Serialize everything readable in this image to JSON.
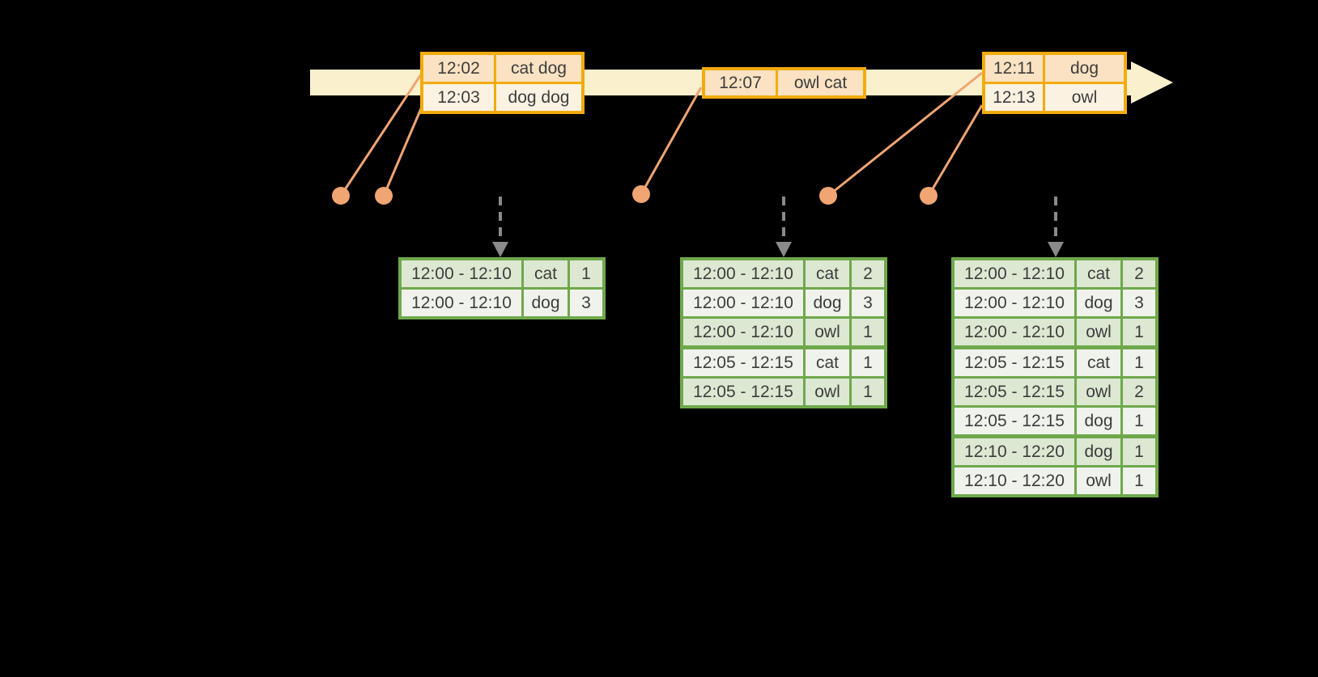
{
  "palette": {
    "background": "#000000",
    "timeline_band": "#FBF0CD",
    "event_table_border": "#F2AB0E",
    "event_row_dark": "#FAE2C2",
    "event_row_light": "#FCF2E2",
    "connector_orange": "#F0A572",
    "result_table_border": "#6FA84C",
    "result_row_dark": "#DCE8D2",
    "result_row_light": "#EFF3EB",
    "table_text": "#3D3D3D",
    "trigger_arrow_gray": "#8A8A8A"
  },
  "icons": {
    "timeline_arrowhead": "right-block-arrow",
    "trigger_arrow": "dashed-down-arrow",
    "event_marker": "filled-circle"
  },
  "event_tables": [
    {
      "rows": [
        {
          "time": "12:02",
          "words": "cat dog"
        },
        {
          "time": "12:03",
          "words": "dog dog"
        }
      ]
    },
    {
      "rows": [
        {
          "time": "12:07",
          "words": "owl cat"
        }
      ]
    },
    {
      "rows": [
        {
          "time": "12:11",
          "words": "dog"
        },
        {
          "time": "12:13",
          "words": "owl"
        }
      ]
    }
  ],
  "result_tables": [
    {
      "rows": [
        {
          "window": "12:00 - 12:10",
          "word": "cat",
          "count": "1"
        },
        {
          "window": "12:00 - 12:10",
          "word": "dog",
          "count": "3"
        }
      ]
    },
    {
      "rows": [
        {
          "window": "12:00 - 12:10",
          "word": "cat",
          "count": "2"
        },
        {
          "window": "12:00 - 12:10",
          "word": "dog",
          "count": "3"
        },
        {
          "window": "12:00 - 12:10",
          "word": "owl",
          "count": "1"
        },
        {
          "window": "12:05 - 12:15",
          "word": "cat",
          "count": "1"
        },
        {
          "window": "12:05 - 12:15",
          "word": "owl",
          "count": "1"
        }
      ]
    },
    {
      "rows": [
        {
          "window": "12:00 - 12:10",
          "word": "cat",
          "count": "2"
        },
        {
          "window": "12:00 - 12:10",
          "word": "dog",
          "count": "3"
        },
        {
          "window": "12:00 - 12:10",
          "word": "owl",
          "count": "1"
        },
        {
          "window": "12:05 - 12:15",
          "word": "cat",
          "count": "1"
        },
        {
          "window": "12:05 - 12:15",
          "word": "owl",
          "count": "2"
        },
        {
          "window": "12:05 - 12:15",
          "word": "dog",
          "count": "1"
        },
        {
          "window": "12:10 - 12:20",
          "word": "dog",
          "count": "1"
        },
        {
          "window": "12:10 - 12:20",
          "word": "owl",
          "count": "1"
        }
      ]
    }
  ]
}
